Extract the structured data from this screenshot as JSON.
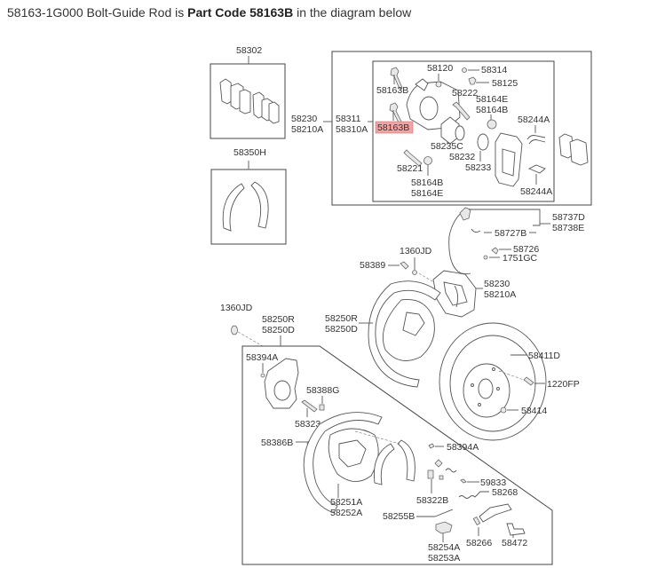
{
  "caption": {
    "prefix": "58163-1G000 Bolt-Guide Rod is ",
    "bold": "Part Code 58163B",
    "suffix": " in the diagram below"
  },
  "highlight_color": "#f4a3a3",
  "labels": {
    "pads_box": "58302",
    "shoes_box": "58350H",
    "caliper_asm_1": "58230",
    "caliper_asm_2": "58210A",
    "caliper_body_1": "58311",
    "caliper_body_2": "58310A",
    "bolt_top": "58163B",
    "bolt_highlighted": "58163B",
    "p58120": "58120",
    "p58314": "58314",
    "p58125": "58125",
    "p58222": "58222",
    "p58164E_top": "58164E",
    "p58164B_top": "58164B",
    "p58235C": "58235C",
    "p58232": "58232",
    "p58233": "58233",
    "p58221": "58221",
    "p58164B_bot": "58164B",
    "p58164E_bot": "58164E",
    "p58244A_top": "58244A",
    "p58244A_bot": "58244A",
    "hose_1": "58737D",
    "hose_2": "58738E",
    "p58727B": "58727B",
    "p58726": "58726",
    "p1751GC": "1751GC",
    "p1360JD_mid": "1360JD",
    "p58389": "58389",
    "caliper2_1": "58230",
    "caliper2_2": "58210A",
    "p1360JD_left": "1360JD",
    "backing_box_1": "58250R",
    "backing_box_2": "58250D",
    "backing_1": "58250R",
    "backing_2": "58250D",
    "p58411D": "58411D",
    "p1220FP": "1220FP",
    "p58414": "58414",
    "p58394A_left": "58394A",
    "p58388G": "58388G",
    "p58323": "58323",
    "p58386B": "58386B",
    "p58394A_right": "58394A",
    "p59833": "59833",
    "p58268": "58268",
    "p58322B": "58322B",
    "shoe_1": "58251A",
    "shoe_2": "58252A",
    "p58255B": "58255B",
    "p58254A": "58254A",
    "p58253A": "58253A",
    "p58266": "58266",
    "p58472": "58472"
  }
}
